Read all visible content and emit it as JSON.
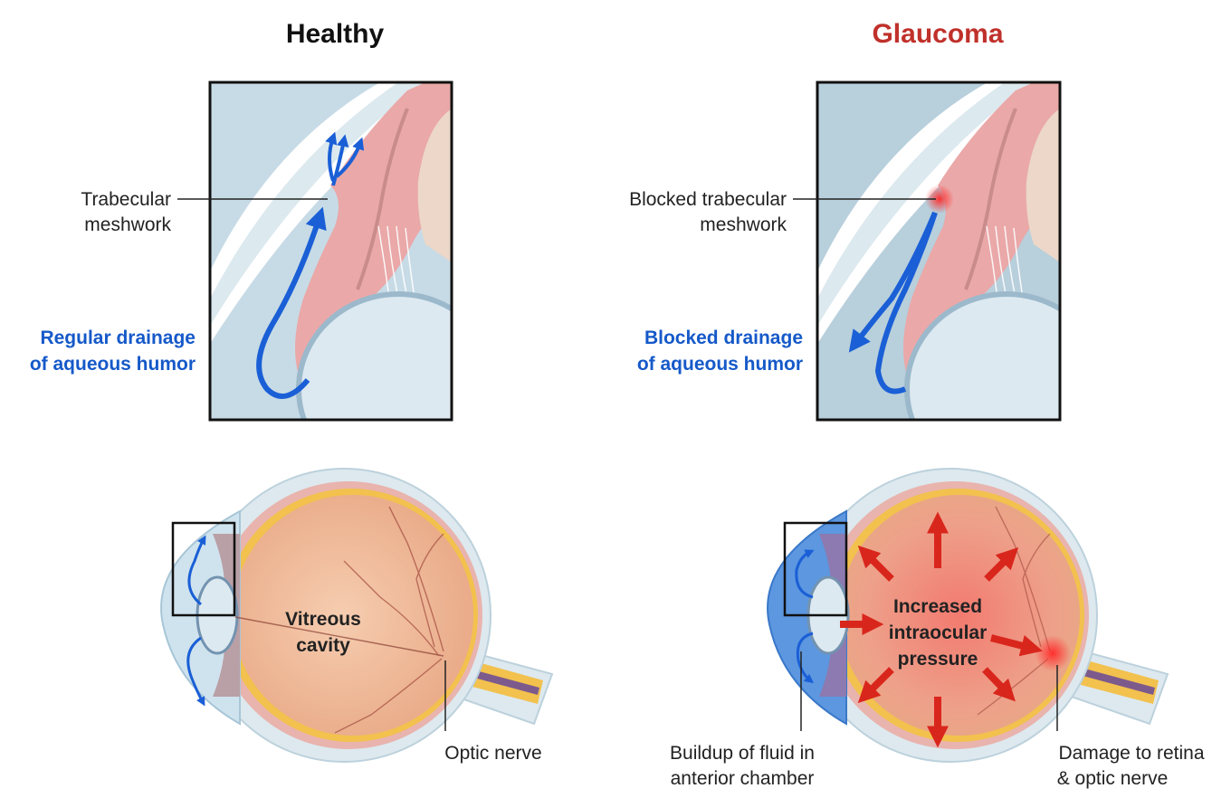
{
  "colors": {
    "healthy_title": "#111111",
    "glaucoma_title": "#c0312b",
    "drainage_text": "#1559c9",
    "flow_arrow": "#1a5fd6",
    "pressure_arrow": "#d9261c"
  },
  "healthy": {
    "title": "Healthy",
    "trabecular_line1": "Trabecular",
    "trabecular_line2": "meshwork",
    "drainage_line1": "Regular drainage",
    "drainage_line2": "of aqueous humor",
    "vitreous_line1": "Vitreous",
    "vitreous_line2": "cavity",
    "optic_nerve": "Optic nerve"
  },
  "glaucoma": {
    "title": "Glaucoma",
    "blocked_line1": "Blocked trabecular",
    "blocked_line2": "meshwork",
    "drainage_line1": "Blocked drainage",
    "drainage_line2": "of aqueous humor",
    "pressure_line1": "Increased",
    "pressure_line2": "intraocular",
    "pressure_line3": "pressure",
    "buildup_line1": "Buildup of fluid in",
    "buildup_line2": "anterior chamber",
    "damage_line1": "Damage to retina",
    "damage_line2": "& optic nerve"
  }
}
